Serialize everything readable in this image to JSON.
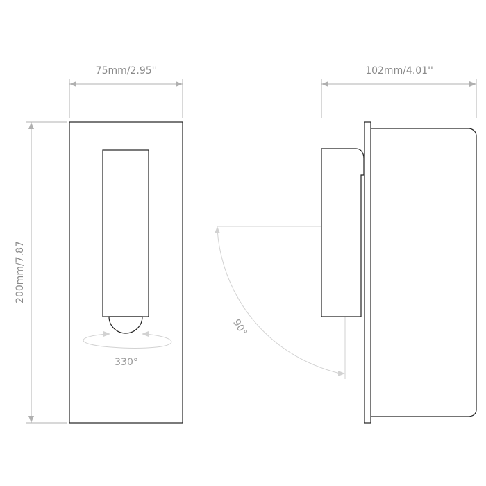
{
  "dimensions": {
    "width": "75mm/2.95''",
    "depth": "102mm/4.01''",
    "height": "200mm/7.87"
  },
  "angles": {
    "rotation": "330°",
    "tilt": "90°"
  }
}
